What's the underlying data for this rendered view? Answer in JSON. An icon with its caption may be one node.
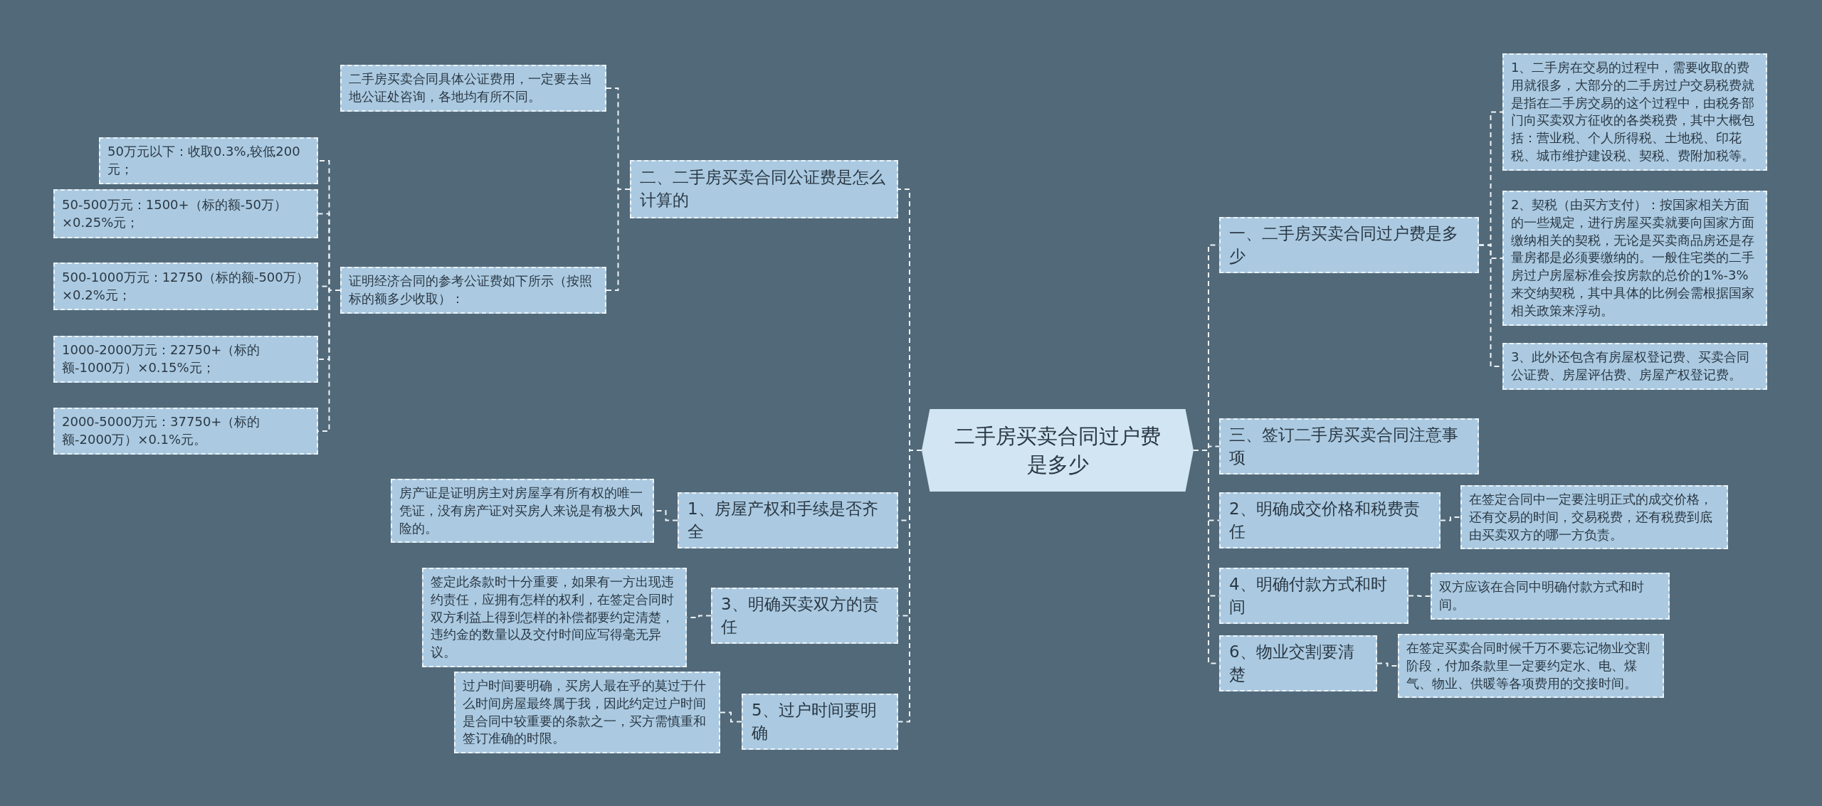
{
  "diagram": {
    "nodes": [
      {
        "text": [
          "二手房买卖合同过户费是多少"
        ]
      },
      {
        "text": [
          "二、二手房买卖合同公证费是怎么计算的"
        ]
      },
      {
        "text": [
          "二手房买卖合同具体公证费用，一定要去当地公证处咨询，各地均有所不同。"
        ]
      },
      {
        "text": [
          "证明经济合同的参考公证费如下所示（按照标的额多少收取）："
        ]
      },
      {
        "text": [
          "50万元以下：收取0.3%,较低200元；"
        ]
      },
      {
        "text": [
          "50-500万元：1500+（标的额-50万）×0.25%元；"
        ]
      },
      {
        "text": [
          "500-1000万元：12750（标的额-500万）×0.2%元；"
        ]
      },
      {
        "text": [
          "1000-2000万元：22750+（标的额-1000万）×0.15%元；"
        ]
      },
      {
        "text": [
          "2000-5000万元：37750+（标的额-2000万）×0.1%元。"
        ]
      },
      {
        "text": [
          "1、房屋产权和手续是否齐全"
        ]
      },
      {
        "text": [
          "房产证是证明房主对房屋享有所有权的唯一凭证，没有房产证对买房人来说是有极大风险的。"
        ]
      },
      {
        "text": [
          "3、明确买卖双方的责任"
        ]
      },
      {
        "text": [
          "签定此条款时十分重要，如果有一方出现违约责任，应拥有怎样的权利，在签定合同时双方利益上得到怎样的补偿都要约定清楚，违约金的数量以及交付时间应写得毫无异议。"
        ]
      },
      {
        "text": [
          "5、过户时间要明确"
        ]
      },
      {
        "text": [
          "过户时间要明确，买房人最在乎的莫过于什么时间房屋最终属于我，因此约定过户时间是合同中较重要的条款之一，买方需慎重和签订准确的时限。"
        ]
      },
      {
        "text": [
          "一、二手房买卖合同过户费是多少"
        ]
      },
      {
        "text": [
          "1、二手房在交易的过程中，需要收取的费用就很多，大部分的二手房过户交易税费就是指在二手房交易的这个过程中，由税务部门向买卖双方征收的各类税费，其中大概包括：营业税、个人所得税、土地税、印花税、城市维护建设税、契税、费附加税等。"
        ]
      },
      {
        "text": [
          "2、契税（由买方支付）：按国家相关方面的一些规定，进行房屋买卖就要向国家方面缴纳相关的契税，无论是买卖商品房还是存量房都是必须要缴纳的。一般住宅类的二手房过户房屋标准会按房款的总价的1%-3%来交纳契税，其中具体的比例会需根据国家相关政策来浮动。"
        ]
      },
      {
        "text": [
          "3、此外还包含有房屋权登记费、买卖合同公证费、房屋评估费、房屋产权登记费。"
        ]
      },
      {
        "text": [
          "三、签订二手房买卖合同注意事项"
        ]
      },
      {
        "text": [
          "2、明确成交价格和税费责任"
        ]
      },
      {
        "text": [
          "在签定合同中一定要注明正式的成交价格，还有交易的时间，交易税费，还有税费到底由买卖双方的哪一方负责。"
        ]
      },
      {
        "text": [
          "4、明确付款方式和时间"
        ]
      },
      {
        "text": [
          "双方应该在合同中明确付款方式和时间。"
        ]
      },
      {
        "text": [
          "6、物业交割要清楚"
        ]
      },
      {
        "text": [
          "在签定买卖合同时候千万不要忘记物业交割阶段，付加条款里一定要约定水、电、煤气、物业、供暖等各项费用的交接时间。"
        ]
      }
    ],
    "edges": [
      {
        "from": 0,
        "to": 1,
        "arrow": "none",
        "style": "dashed"
      },
      {
        "from": 1,
        "to": 2,
        "arrow": "none",
        "style": "dashed"
      },
      {
        "from": 1,
        "to": 3,
        "arrow": "none",
        "style": "dashed"
      },
      {
        "from": 3,
        "to": 4,
        "arrow": "none",
        "style": "dashed"
      },
      {
        "from": 3,
        "to": 5,
        "arrow": "none",
        "style": "dashed"
      },
      {
        "from": 3,
        "to": 6,
        "arrow": "none",
        "style": "dashed"
      },
      {
        "from": 3,
        "to": 7,
        "arrow": "none",
        "style": "dashed"
      },
      {
        "from": 3,
        "to": 8,
        "arrow": "none",
        "style": "dashed"
      },
      {
        "from": 0,
        "to": 9,
        "arrow": "none",
        "style": "dashed"
      },
      {
        "from": 9,
        "to": 10,
        "arrow": "none",
        "style": "dashed"
      },
      {
        "from": 0,
        "to": 11,
        "arrow": "none",
        "style": "dashed"
      },
      {
        "from": 11,
        "to": 12,
        "arrow": "none",
        "style": "dashed"
      },
      {
        "from": 0,
        "to": 13,
        "arrow": "none",
        "style": "dashed"
      },
      {
        "from": 13,
        "to": 14,
        "arrow": "none",
        "style": "dashed"
      },
      {
        "from": 0,
        "to": 15,
        "arrow": "none",
        "style": "dashed"
      },
      {
        "from": 15,
        "to": 16,
        "arrow": "none",
        "style": "dashed"
      },
      {
        "from": 15,
        "to": 17,
        "arrow": "none",
        "style": "dashed"
      },
      {
        "from": 15,
        "to": 18,
        "arrow": "none",
        "style": "dashed"
      },
      {
        "from": 0,
        "to": 19,
        "arrow": "none",
        "style": "dashed"
      },
      {
        "from": 0,
        "to": 20,
        "arrow": "none",
        "style": "dashed"
      },
      {
        "from": 20,
        "to": 21,
        "arrow": "none",
        "style": "dashed"
      },
      {
        "from": 0,
        "to": 22,
        "arrow": "none",
        "style": "dashed"
      },
      {
        "from": 22,
        "to": 23,
        "arrow": "none",
        "style": "dashed"
      },
      {
        "from": 0,
        "to": 24,
        "arrow": "none",
        "style": "dashed"
      },
      {
        "from": 24,
        "to": 25,
        "arrow": "none",
        "style": "dashed"
      }
    ]
  }
}
